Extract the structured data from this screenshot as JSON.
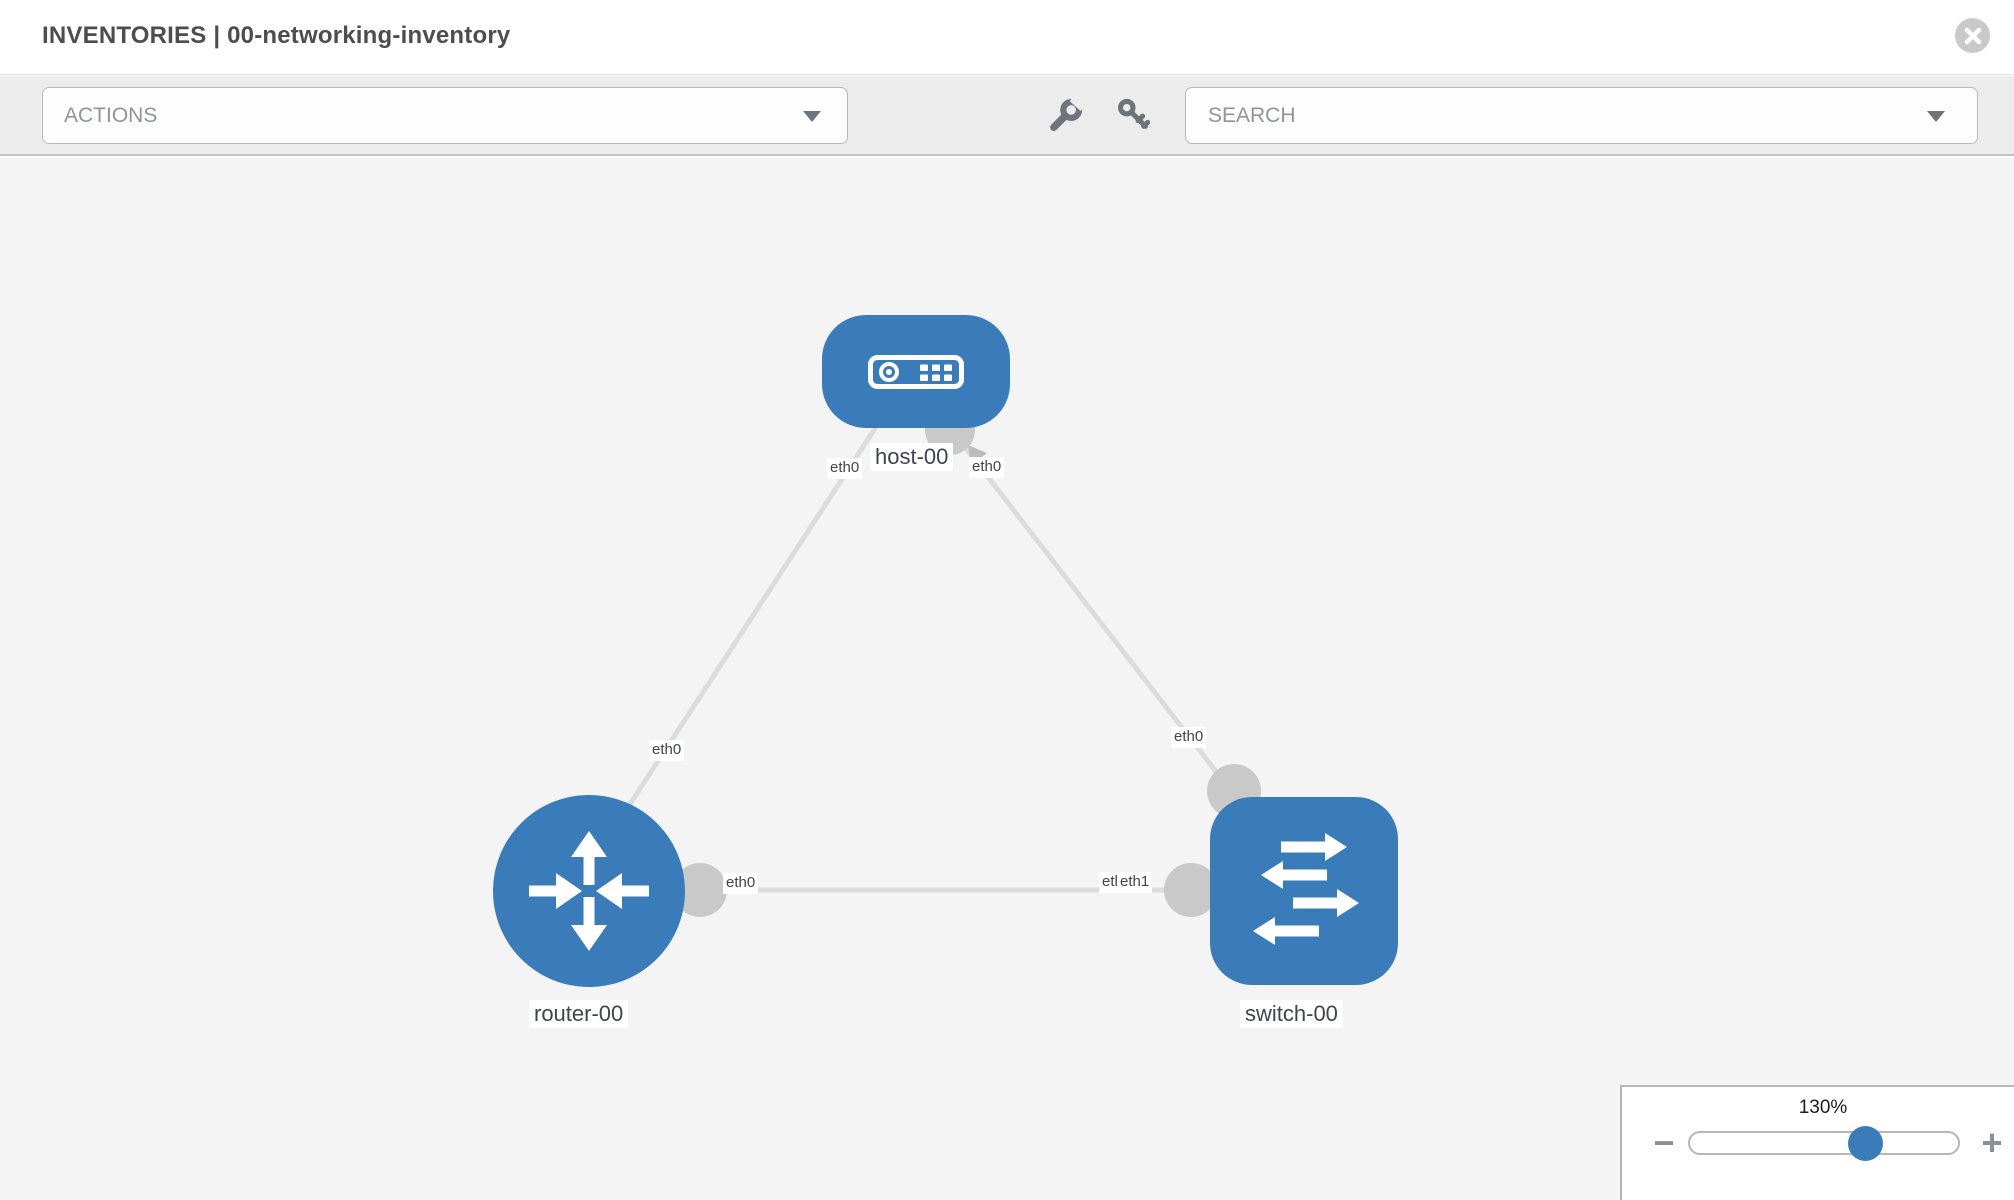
{
  "window": {
    "title": "INVENTORIES | 00-networking-inventory"
  },
  "toolbar": {
    "actions_label": "ACTIONS",
    "search_placeholder": "SEARCH"
  },
  "zoom_control": {
    "level": "130%",
    "minus_label": "−",
    "plus_label": "+"
  },
  "colors": {
    "node_blue": "#3a7cba",
    "link_gray": "#dcdcdc",
    "port_gray": "#c9c9c9",
    "toolbar_bg": "#ececec",
    "canvas_bg": "#f4f4f4"
  },
  "diagram": {
    "nodes": {
      "host": {
        "label": "host-00",
        "type": "host"
      },
      "router": {
        "label": "router-00",
        "type": "router"
      },
      "switch": {
        "label": "switch-00",
        "type": "switch"
      }
    },
    "links": [
      {
        "source": "host-00",
        "source_interface": "eth0",
        "target": "router-00",
        "target_interface": "eth0"
      },
      {
        "source": "host-00",
        "source_interface": "eth0",
        "target": "switch-00",
        "target_interface": "eth0"
      },
      {
        "source": "router-00",
        "source_interface": "eth0",
        "target": "switch-00",
        "target_interface": "eth1"
      }
    ],
    "overlap_artifact_label": "eth1"
  }
}
